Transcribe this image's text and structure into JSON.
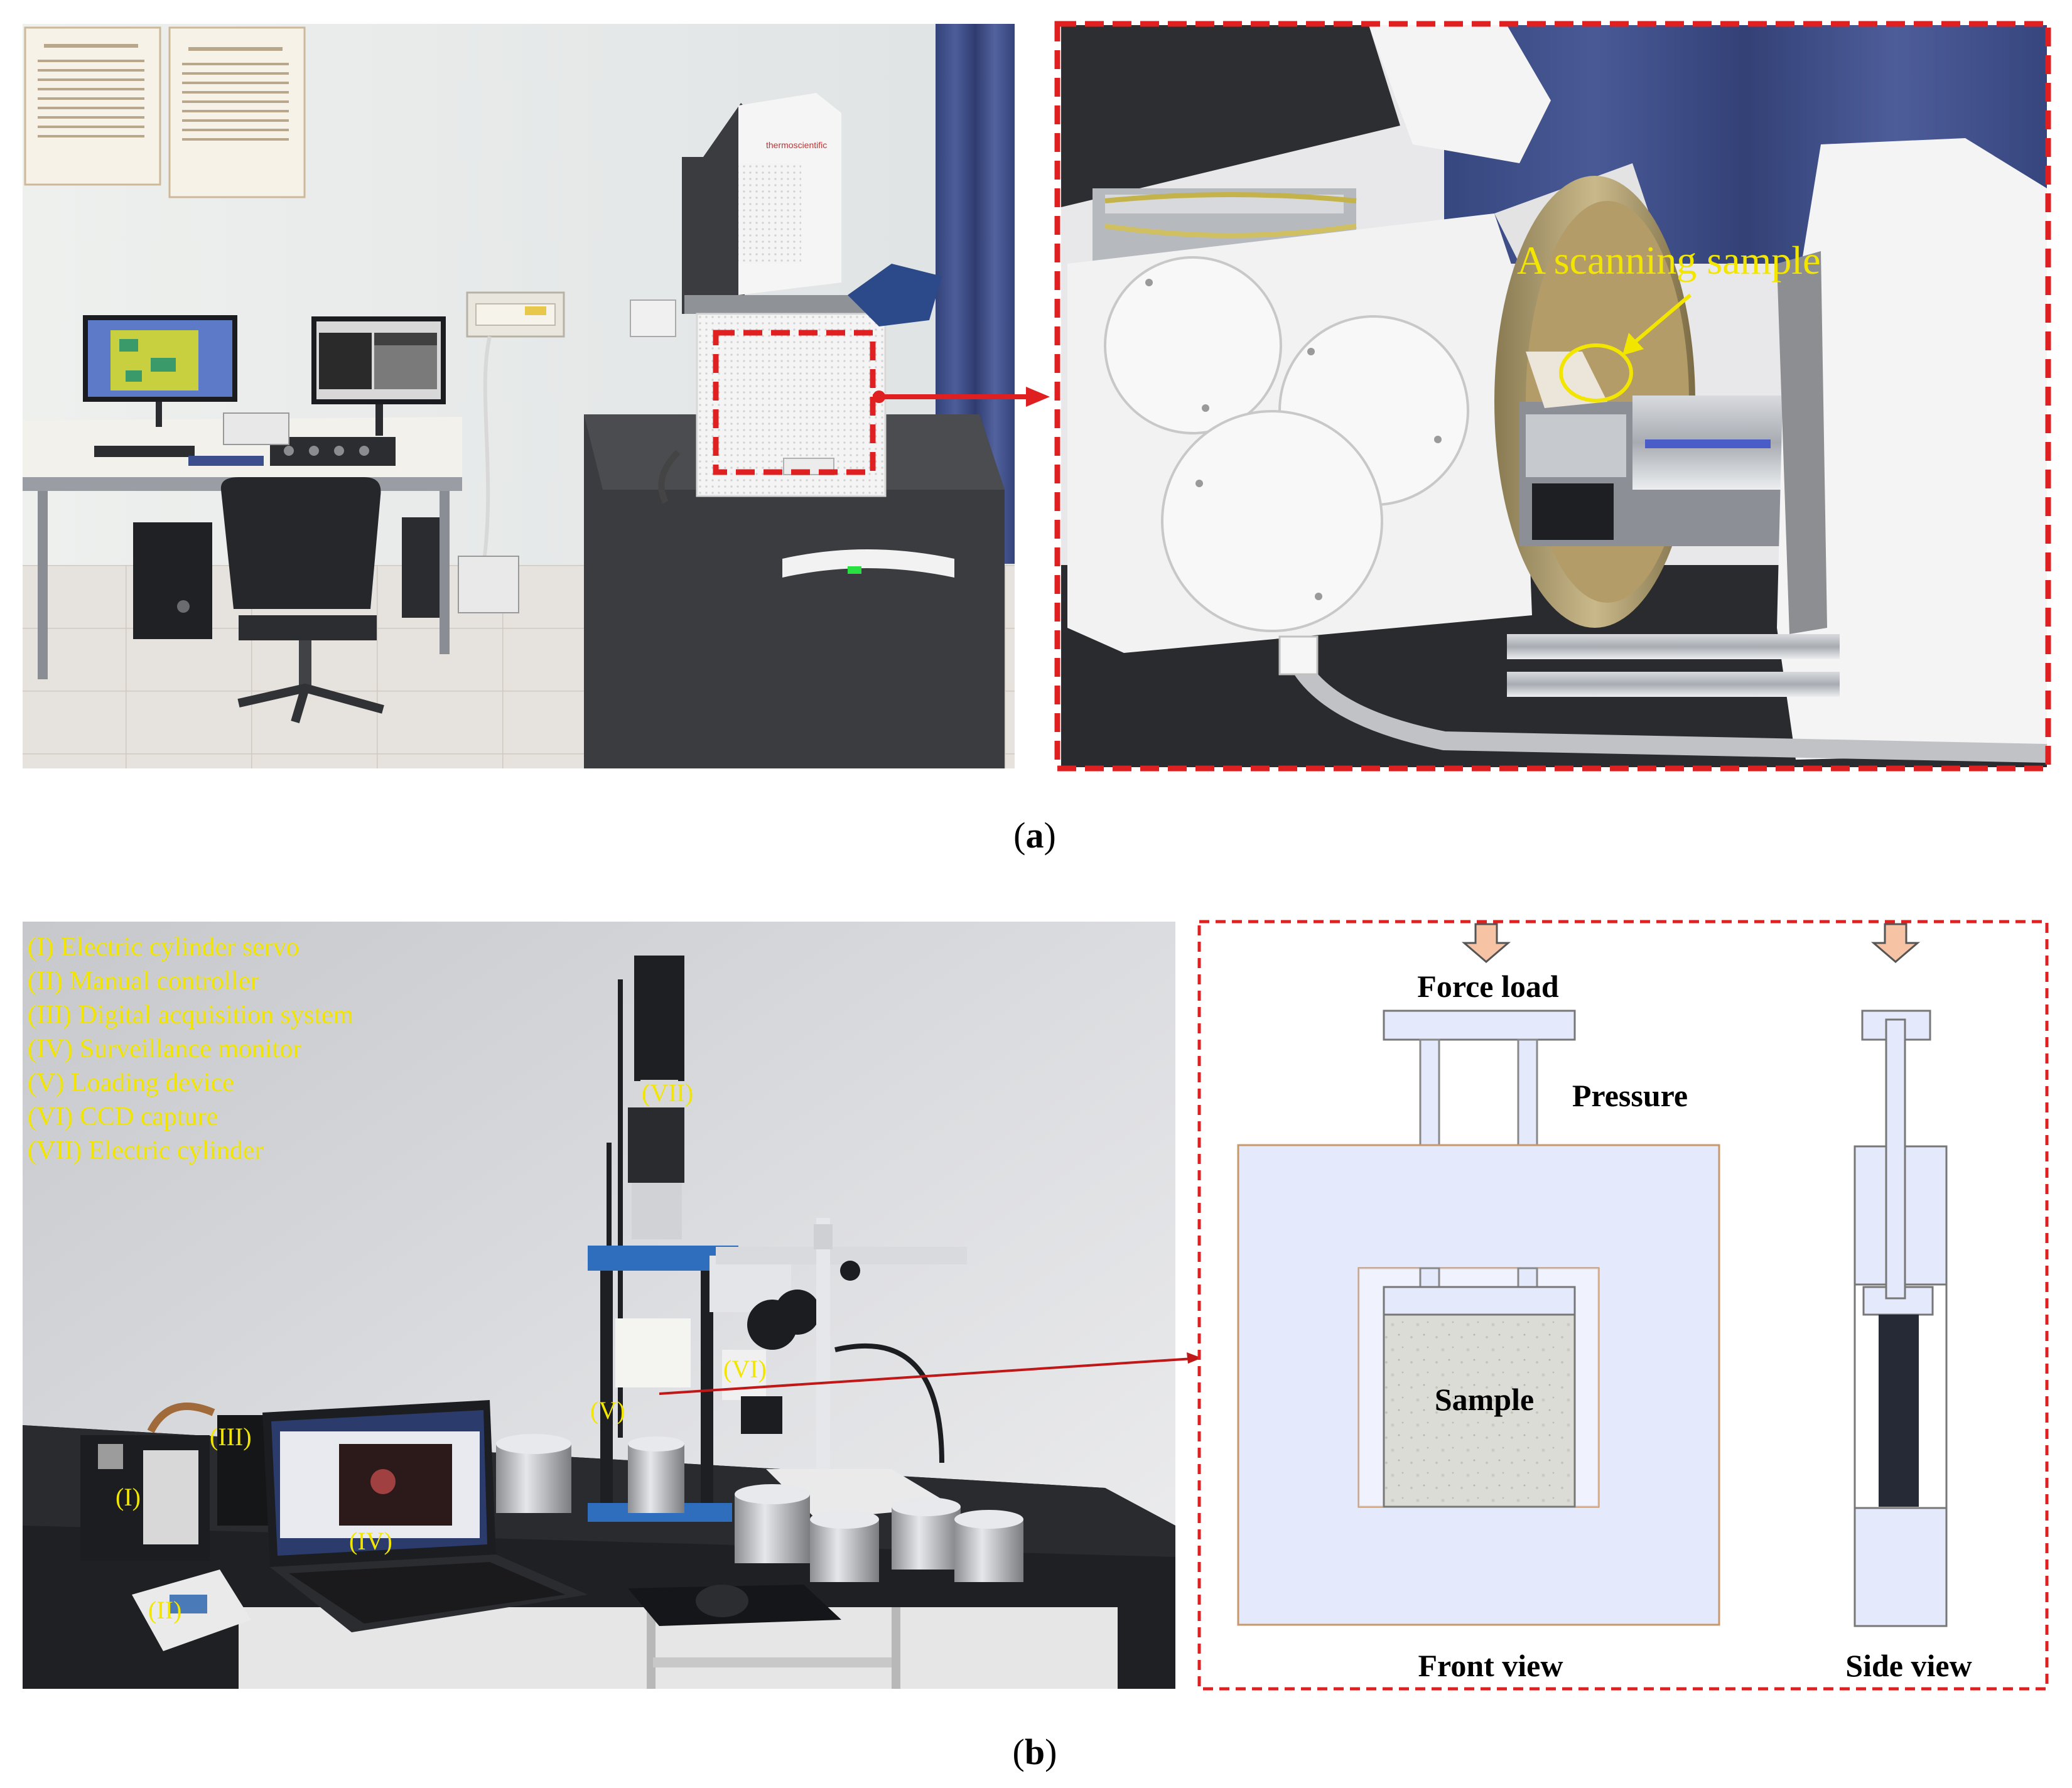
{
  "panel_a": {
    "callout": "A scanning sample",
    "brand": "thermoscientific",
    "caption_open": "(",
    "caption_letter": "a",
    "caption_close": ")"
  },
  "panel_b": {
    "legend": [
      "(I)   Electric cylinder servo",
      "(II)  Manual controller",
      "(III) Digital acquisition system",
      "(IV) Surveillance monitor",
      " (V) Loading device",
      "(VI) CCD capture",
      "(VII) Electric cylinder"
    ],
    "markers": {
      "i": "(I)",
      "ii": "(II)",
      "iii": "(III)",
      "iv": "(IV)",
      "v": "(V)",
      "vi": "(VI)",
      "vii": "(VII)"
    },
    "schematic": {
      "force_load": "Force load",
      "pressure": "Pressure",
      "sample": "Sample",
      "front_view": "Front view",
      "side_view": "Side view"
    },
    "caption_open": "(",
    "caption_letter": "b",
    "caption_close": ")"
  },
  "colors": {
    "dashed_border": "#e02020",
    "callout": "#f2e600",
    "legend": "#f2e600",
    "schematic_fill": "#e4eafc",
    "schematic_outline": "#c8976a",
    "arrow_fill": "#f7c3a5"
  }
}
